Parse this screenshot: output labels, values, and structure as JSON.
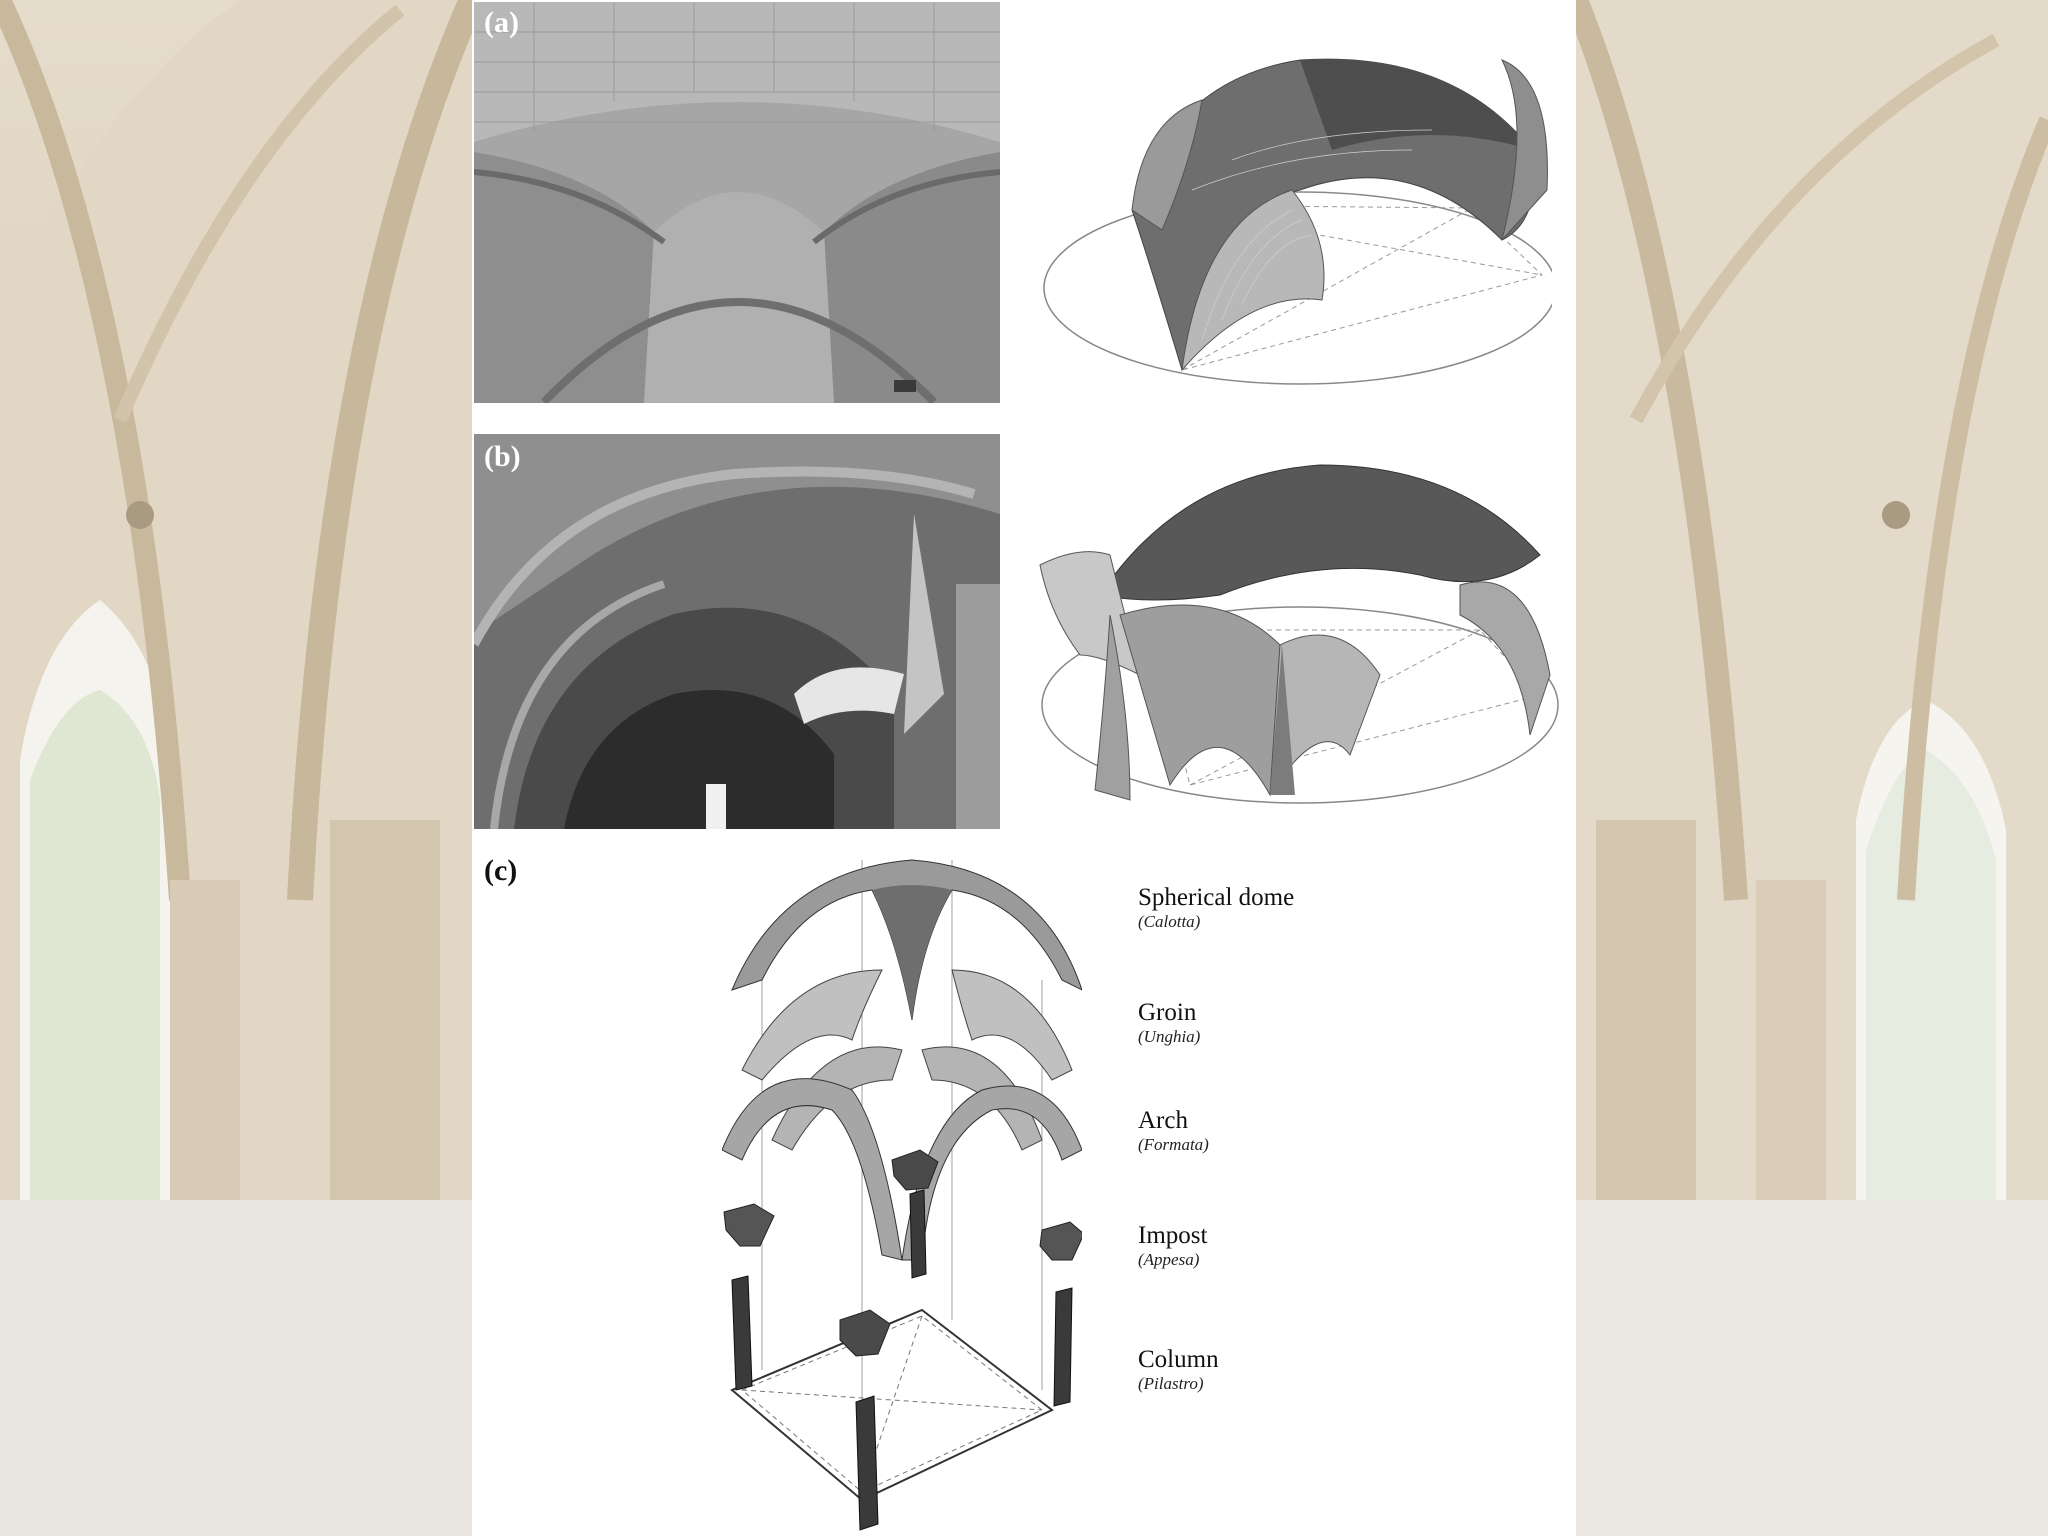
{
  "figure": {
    "panels": [
      {
        "label": "(a)"
      },
      {
        "label": "(b)"
      },
      {
        "label": "(c)"
      }
    ],
    "legend": [
      {
        "name": "Spherical dome",
        "italian": "(Calotta)"
      },
      {
        "name": "Groin",
        "italian": "(Unghia)"
      },
      {
        "name": "Arch",
        "italian": "(Formata)"
      },
      {
        "name": "Impost",
        "italian": "(Appesa)"
      },
      {
        "name": "Column",
        "italian": "(Pilastro)"
      }
    ]
  },
  "colors": {
    "background_stone": "#e6dccb",
    "figure_background": "#ffffff",
    "dome_shading": "#6e6e6e",
    "column_fill": "#3a3a3a"
  }
}
